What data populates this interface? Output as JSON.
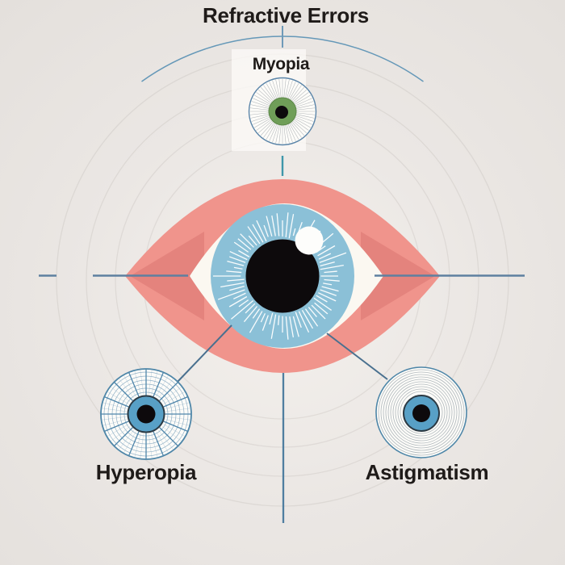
{
  "title": {
    "text": "Refractive Errors"
  },
  "diagram": {
    "subject": "eye-refractive-errors-infographic",
    "branches": [
      {
        "id": "myopia",
        "label": "Myopia",
        "position": "top",
        "icon": "radial-spokes-green-iris-eye-icon"
      },
      {
        "id": "hyperopia",
        "label": "Hyperopia",
        "position": "bottom-left",
        "icon": "spiderweb-blue-iris-eye-icon"
      },
      {
        "id": "astigmatism",
        "label": "Astigmatism",
        "position": "bottom-right",
        "icon": "concentric-rings-blue-iris-eye-icon"
      }
    ],
    "center": {
      "icon": "large-eye-icon"
    }
  },
  "colors": {
    "label_text": "#1f1b19",
    "eye_outer": "#f0948c",
    "eye_corner_shadow": "#e4837d",
    "sclera": "#fbf8f1",
    "iris_large": "#8bc0d7",
    "pupil": "#0d0a0c",
    "highlight": "#fdfdfb",
    "iris_small_blue": "#58a0c6",
    "iris_small_blue_outline": "#2c3a44",
    "iris_green": "#6f9e58",
    "iris_green_outline": "#5c8748",
    "arc_blue": "#6598b8",
    "connector": "#49708f",
    "connector_teal": "#3f97aa",
    "guide_line": "#5e80a0",
    "bottom_line": "#4f7ea0",
    "tick_blue": "#6f9ab8",
    "web_line": "#8fb0c6",
    "web_spoke": "#4f86ab",
    "web_fine": "#7ba0bc",
    "spoke_line": "#a7acb0",
    "ring_line": "#aeb6bb",
    "small_eye_outline": "#4e86a8",
    "small_eye_fill": "#fdfcf9",
    "card_fill": "rgba(252,250,247,0.78)",
    "faint_circle": "rgba(125,115,105,0.12)"
  }
}
